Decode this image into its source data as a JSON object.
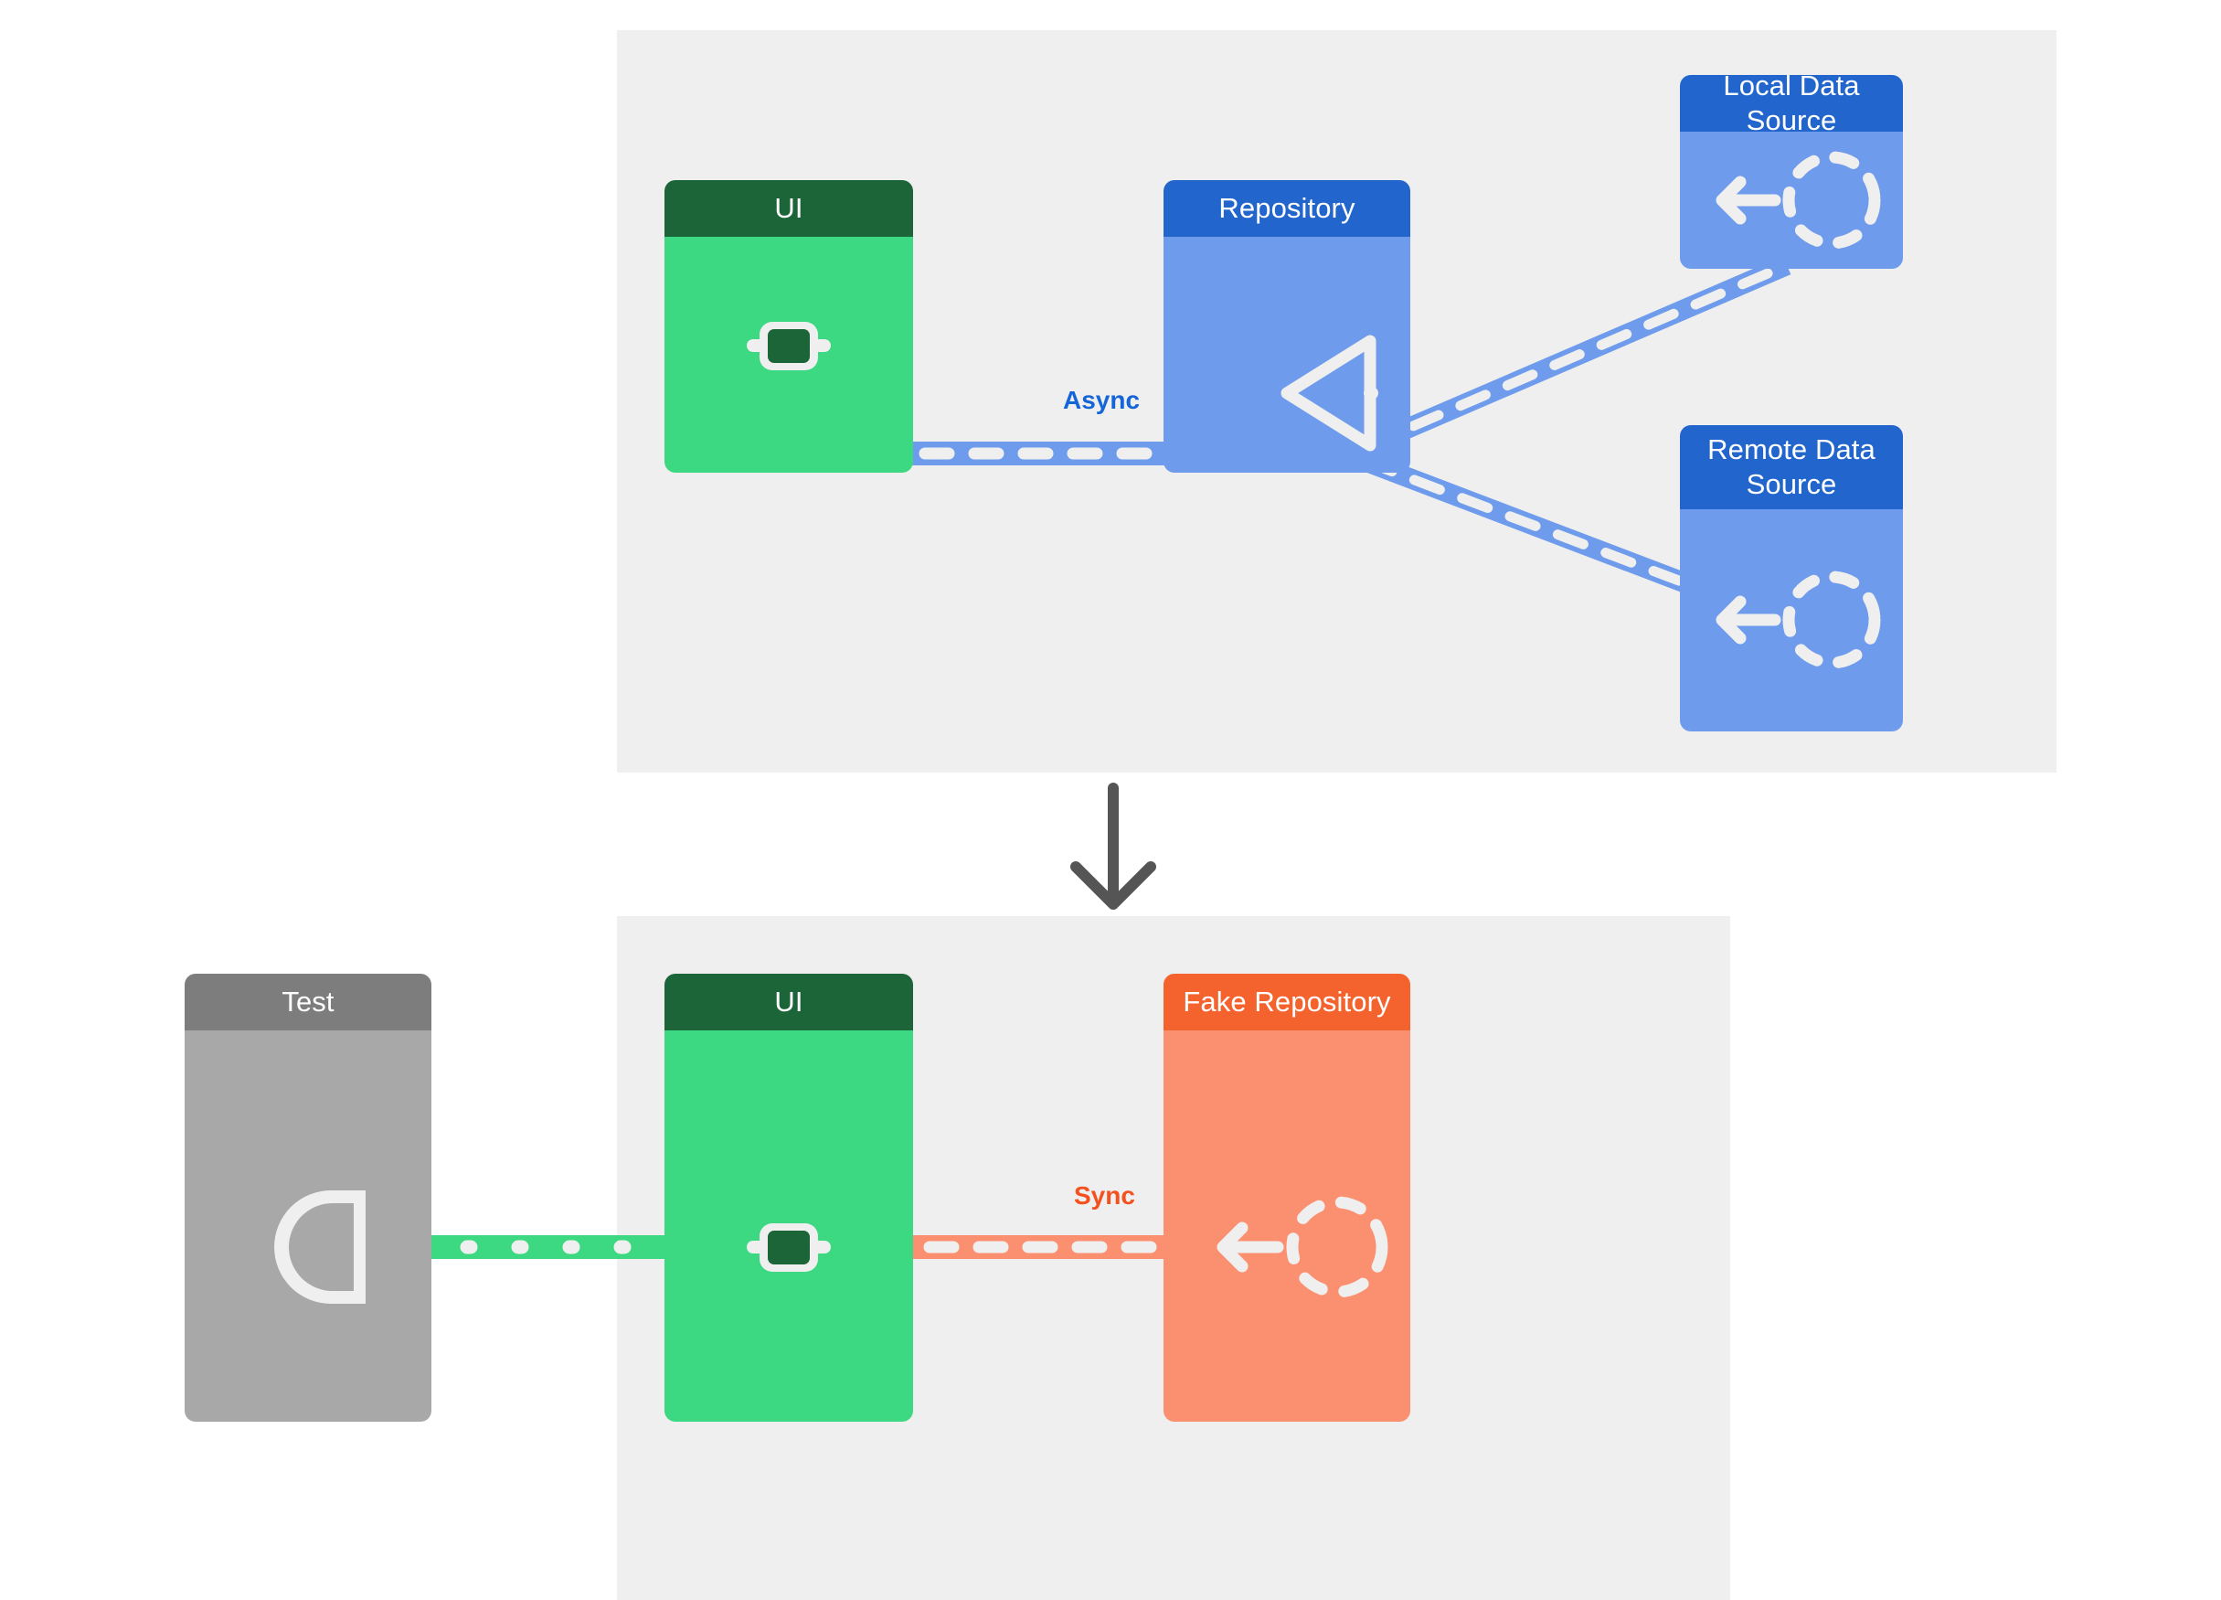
{
  "diagram": {
    "title": "Repository pattern: async production wiring vs. synchronous fake for tests",
    "panels": [
      {
        "id": "production",
        "name": "production-architecture-panel",
        "background": "#efefef"
      },
      {
        "id": "test",
        "name": "test-architecture-panel",
        "background": "#efefef"
      }
    ],
    "flow_arrow": {
      "name": "downward-flow-arrow",
      "direction": "down",
      "color": "#555555"
    }
  },
  "nodes": {
    "ui_production": {
      "label": "UI",
      "header_color": "#1b6539",
      "body_color": "#3dd882",
      "glyph": "socket-square"
    },
    "repository": {
      "label": "Repository",
      "header_color": "#2266cd",
      "body_color": "#6e9bec",
      "glyph": "triangle-left-outline"
    },
    "local_source": {
      "label": "Local Data Source",
      "header_color": "#2266cd",
      "body_color": "#6e9bec",
      "glyph": "arrow-left-and-dashed-circle"
    },
    "remote_source": {
      "label": "Remote Data Source",
      "header_color": "#2266cd",
      "body_color": "#6e9bec",
      "glyph": "arrow-left-and-dashed-circle"
    },
    "test": {
      "label": "Test",
      "header_color": "#7d7d7d",
      "body_color": "#a8a8a8",
      "glyph": "socket-d-shape"
    },
    "ui_test": {
      "label": "UI",
      "header_color": "#1b6539",
      "body_color": "#3dd882",
      "glyph": "socket-square"
    },
    "fake_repository": {
      "label": "Fake Repository",
      "header_color": "#f4632e",
      "body_color": "#fb9070",
      "glyph": "arrow-left-and-dashed-circle"
    }
  },
  "edges": {
    "ui_to_repository": {
      "label": "Async",
      "label_color": "#1565d8",
      "line_color": "#6e9bec",
      "dash_color": "#efefef",
      "style": "dashed"
    },
    "repository_to_local": {
      "label": "",
      "line_color": "#6e9bec",
      "dash_color": "#efefef",
      "style": "dashed"
    },
    "repository_to_remote": {
      "label": "",
      "line_color": "#6e9bec",
      "dash_color": "#efefef",
      "style": "dashed"
    },
    "test_to_ui": {
      "label": "",
      "line_color": "#3dd882",
      "dash_color": "#efefef",
      "style": "dotted"
    },
    "ui_to_fake_repository": {
      "label": "Sync",
      "label_color": "#f4511e",
      "line_color": "#fb9070",
      "dash_color": "#efefef",
      "style": "dashed"
    }
  },
  "palette": {
    "page_background": "#ffffff",
    "panel_background": "#efefef",
    "glyph_white": "#efefef",
    "arrow_grey": "#555555"
  }
}
